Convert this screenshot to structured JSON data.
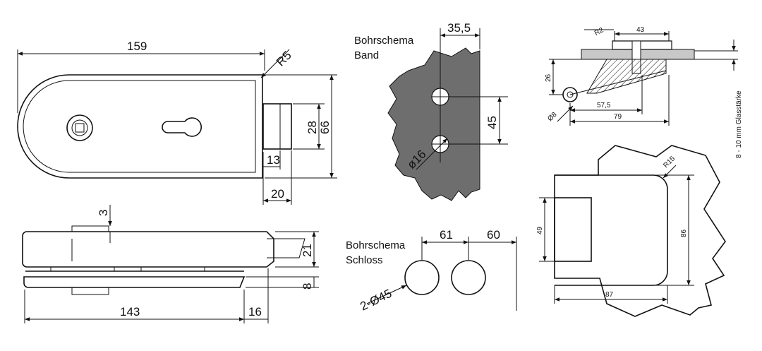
{
  "lock_front": {
    "dim_width": "159",
    "dim_radius": "R5",
    "dim_height": "66",
    "dim_bolt": "28",
    "dim_13": "13",
    "dim_20": "20"
  },
  "lock_side": {
    "dim_3": "3",
    "dim_21": "21",
    "dim_8": "8",
    "dim_143": "143",
    "dim_16": "16"
  },
  "band_scheme": {
    "title_line1": "Bohrschema",
    "title_line2": "Band",
    "dim_355": "35,5",
    "dim_45": "45",
    "dim_d16": "ø16"
  },
  "lock_scheme": {
    "title_line1": "Bohrschema",
    "title_line2": "Schloss",
    "dim_61": "61",
    "dim_60": "60",
    "dim_holes": "2-Ø45"
  },
  "section_view": {
    "dim_r2": "R2",
    "dim_43": "43",
    "dim_26": "26",
    "dim_d8": "Ø8",
    "dim_575": "57,5",
    "dim_79": "79",
    "glass_note": "8 - 10 mm Glasstärke"
  },
  "strike_view": {
    "dim_r15": "R15",
    "dim_49": "49",
    "dim_86": "86",
    "dim_87": "87"
  },
  "colors": {
    "ink": "#111111",
    "gray_fill": "#6e6e6e",
    "light_gray": "#c8c8c8"
  }
}
